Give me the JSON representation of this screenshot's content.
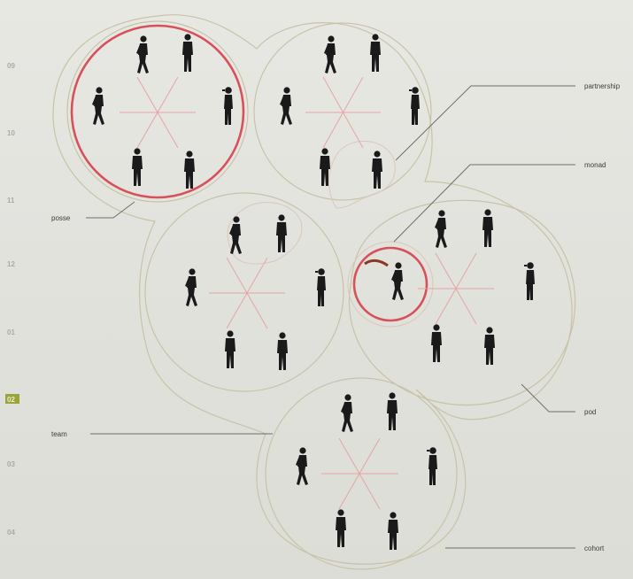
{
  "margin_numbers": [
    "09",
    "10",
    "11",
    "12",
    "01",
    "02",
    "03",
    "04"
  ],
  "active_margin_number": "02",
  "accent_color": "#d8505a",
  "labels": {
    "partnership": "partnership",
    "monad": "monad",
    "posse": "posse",
    "pod": "pod",
    "team": "team",
    "cohort": "cohort"
  }
}
